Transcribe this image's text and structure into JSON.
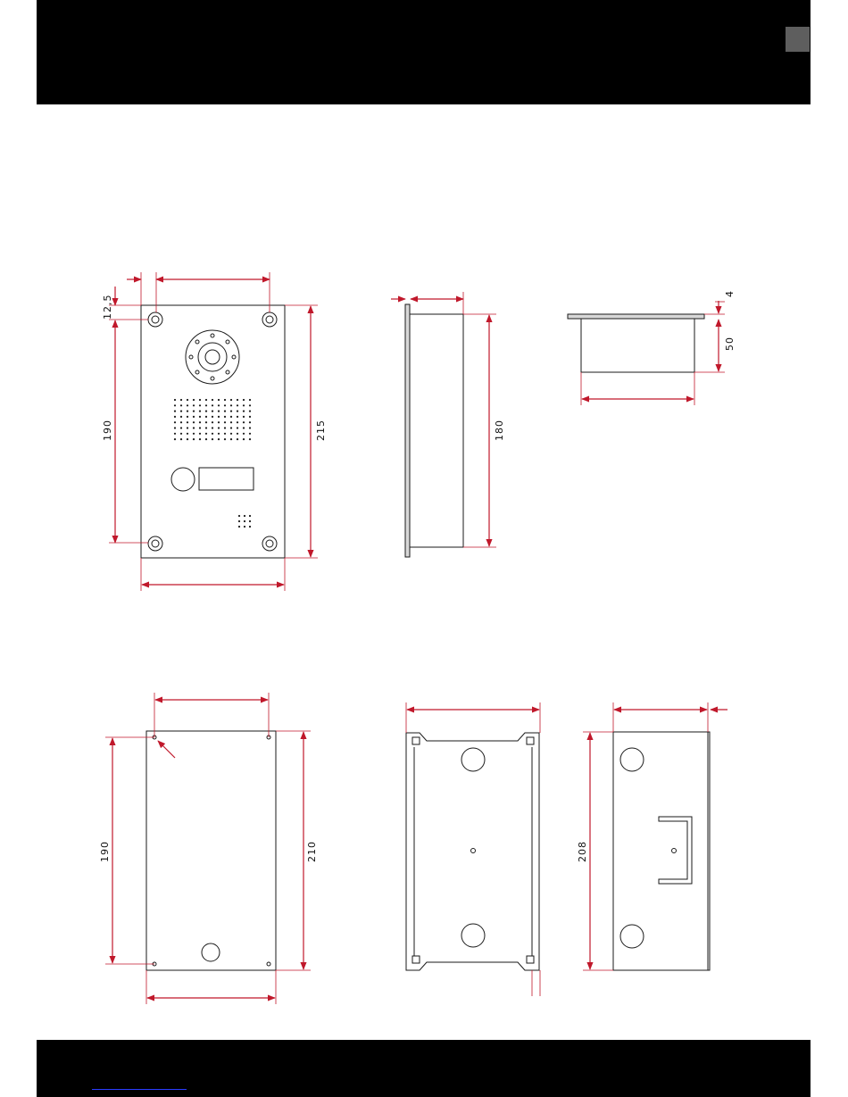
{
  "colors": {
    "header_bar": "#000000",
    "page_tab": "#5e5e5e",
    "dimension_line": "#c0182b",
    "outline": "#1a1a1a",
    "link_underline": "#2a3cff"
  },
  "dimensions": {
    "front_hole_offset": "12,5",
    "front_hole_spacing_vertical": "190",
    "front_height": "215",
    "side_depth_height": "180",
    "top_plate_thickness": "4",
    "top_box_depth": "50",
    "box_hole_spacing_vertical": "190",
    "box_height": "210",
    "rear_height": "208"
  },
  "icons": {
    "arrowhead": "arrowhead-icon",
    "screw_hole": "screw-hole-icon"
  }
}
